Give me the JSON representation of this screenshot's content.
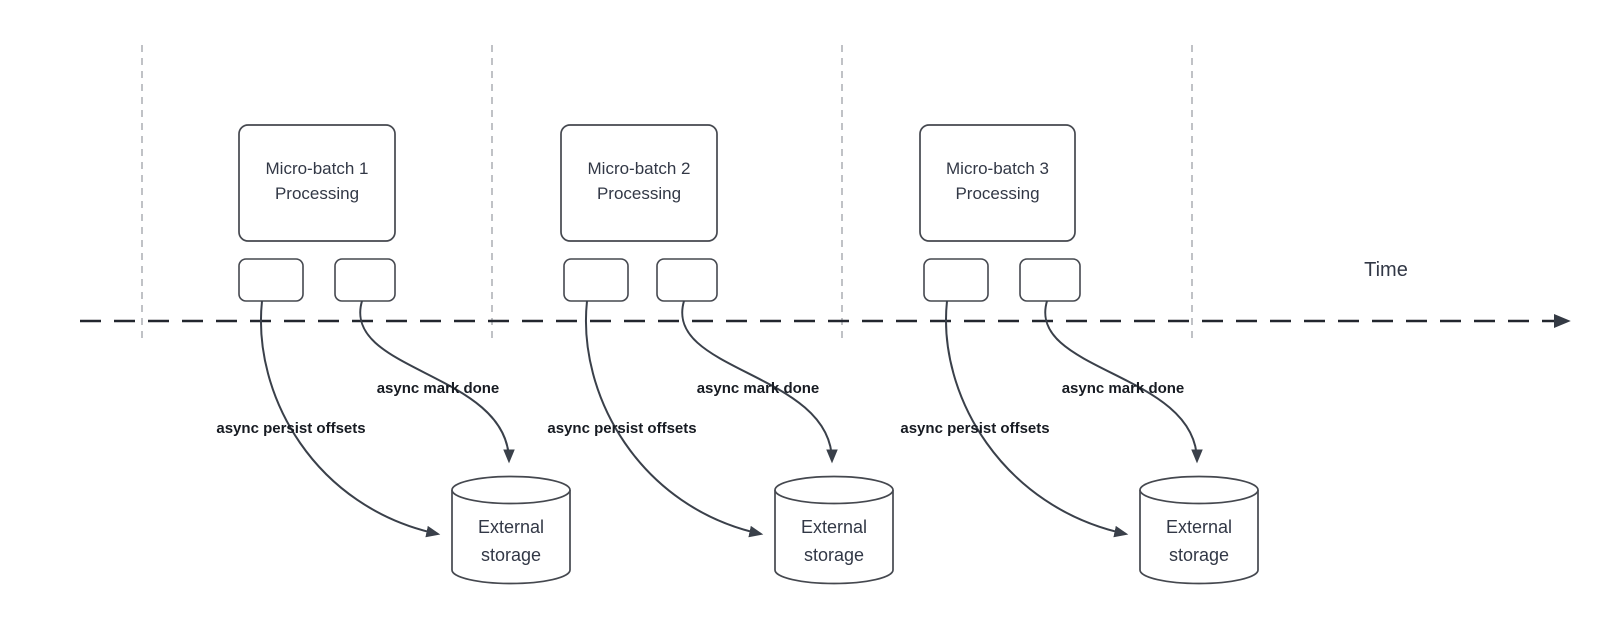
{
  "timeline": {
    "label": "Time"
  },
  "batches": [
    {
      "title": "Micro-batch 1\nProcessing",
      "persist_label": "async persist offsets",
      "mark_done_label": "async mark done",
      "storage_label": "External\nstorage"
    },
    {
      "title": "Micro-batch 2\nProcessing",
      "persist_label": "async persist offsets",
      "mark_done_label": "async mark done",
      "storage_label": "External\nstorage"
    },
    {
      "title": "Micro-batch 3\nProcessing",
      "persist_label": "async persist offsets",
      "mark_done_label": "async mark done",
      "storage_label": "External\nstorage"
    }
  ],
  "colors": {
    "node_border": "#45484f",
    "connector": "#3a404a",
    "timeline_axis": "#22262e",
    "guide_line": "#b0b3b8",
    "node_text": "#323846",
    "bold_label_text": "#171b22",
    "background": "#ffffff"
  }
}
